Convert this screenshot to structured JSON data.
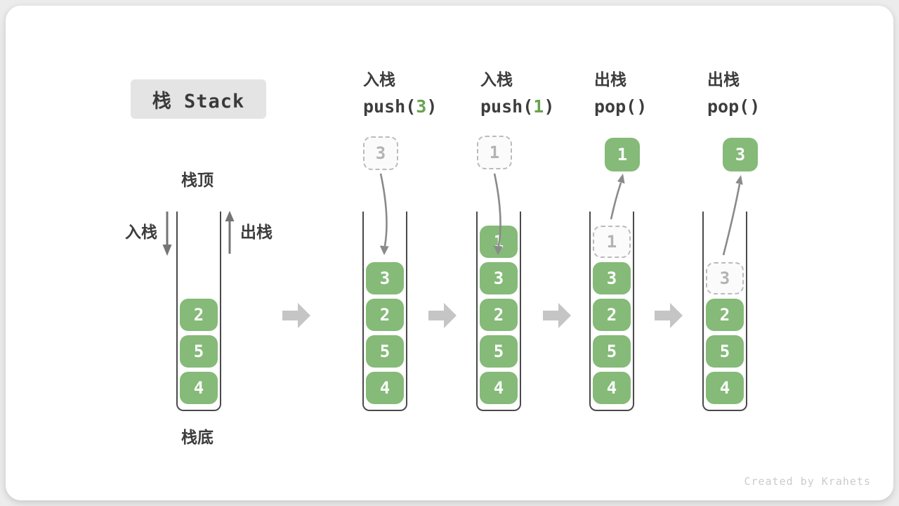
{
  "title": "栈 Stack",
  "side_labels": {
    "stack_top": "栈顶",
    "stack_bottom": "栈底",
    "push_label": "入栈",
    "pop_label": "出栈"
  },
  "footer": "Created by Krahets",
  "colors": {
    "box_green": "#85ba78",
    "code_arg_green": "#67a24f",
    "ghost_border": "#bbbbbb",
    "well_wall": "#4a4a4a",
    "block_arrow": "#c5c5c5",
    "flow_arrow": "#8a8a8a"
  },
  "columns": [
    {
      "name": "initial",
      "stack": [
        {
          "value": "2"
        },
        {
          "value": "5"
        },
        {
          "value": "4"
        }
      ]
    },
    {
      "name": "push-3",
      "op": "入栈",
      "code": {
        "prefix": "push(",
        "arg": "3",
        "suffix": ")"
      },
      "floating": {
        "value": "3"
      },
      "stack": [
        {
          "value": "3"
        },
        {
          "value": "2"
        },
        {
          "value": "5"
        },
        {
          "value": "4"
        }
      ]
    },
    {
      "name": "push-1",
      "op": "入栈",
      "code": {
        "prefix": "push(",
        "arg": "1",
        "suffix": ")"
      },
      "floating": {
        "value": "1"
      },
      "stack": [
        {
          "value": "1"
        },
        {
          "value": "3"
        },
        {
          "value": "2"
        },
        {
          "value": "5"
        },
        {
          "value": "4"
        }
      ]
    },
    {
      "name": "pop-1",
      "op": "出栈",
      "code": {
        "prefix": "pop(",
        "arg": "",
        "suffix": ")"
      },
      "floating": {
        "value": "1"
      },
      "stack": [
        {
          "value": "1",
          "ghost": true
        },
        {
          "value": "3"
        },
        {
          "value": "2"
        },
        {
          "value": "5"
        },
        {
          "value": "4"
        }
      ]
    },
    {
      "name": "pop-3",
      "op": "出栈",
      "code": {
        "prefix": "pop(",
        "arg": "",
        "suffix": ")"
      },
      "floating": {
        "value": "3"
      },
      "stack": [
        {
          "value": "3",
          "ghost": true
        },
        {
          "value": "2"
        },
        {
          "value": "5"
        },
        {
          "value": "4"
        }
      ]
    }
  ]
}
